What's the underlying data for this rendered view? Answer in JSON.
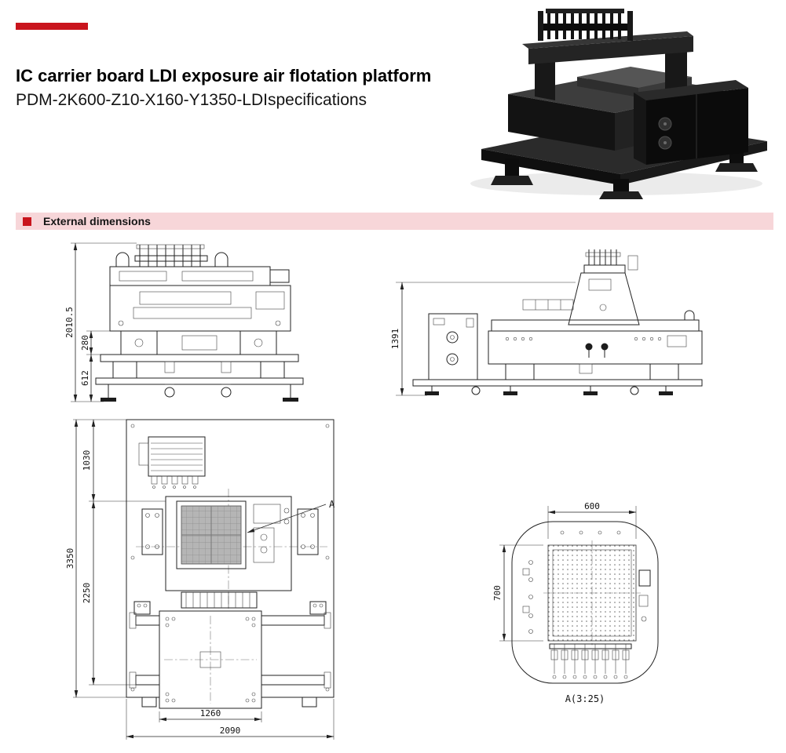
{
  "header": {
    "title": "IC carrier board LDI exposure air flotation platform",
    "subtitle": "PDM-2K600-Z10-X160-Y1350-LDIspecifications"
  },
  "banner": {
    "label": "External dimensions"
  },
  "colors": {
    "accent_red": "#c9151d",
    "banner_background": "#f7d6d9",
    "drawing_line": "#222222"
  },
  "product_image": {
    "description": "black industrial LDI exposure air flotation platform machine render"
  },
  "views": {
    "front": {
      "dim_overall_height": "2010.5",
      "dim_mid_height": "280",
      "dim_base_height": "612"
    },
    "side": {
      "dim_height": "1391"
    },
    "plan": {
      "dim_upper_section": "1030",
      "dim_overall_length": "3350",
      "dim_lower_section": "2250",
      "dim_inner_width": "1260",
      "dim_overall_width": "2090",
      "detail_marker": "A"
    },
    "detail": {
      "dim_width": "600",
      "dim_height": "700",
      "caption": "A(3:25)"
    }
  }
}
